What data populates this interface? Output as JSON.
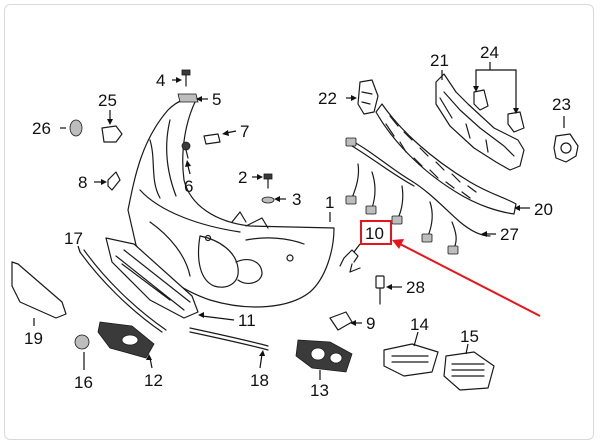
{
  "diagram": {
    "callouts": [
      "1",
      "2",
      "3",
      "4",
      "5",
      "6",
      "7",
      "8",
      "9",
      "10",
      "11",
      "12",
      "13",
      "14",
      "15",
      "16",
      "17",
      "18",
      "19",
      "20",
      "21",
      "22",
      "23",
      "24",
      "25",
      "26",
      "27",
      "28"
    ],
    "highlighted_callout": "10",
    "highlight_color": "#e8141c",
    "line_color": "#1a1a1a"
  }
}
